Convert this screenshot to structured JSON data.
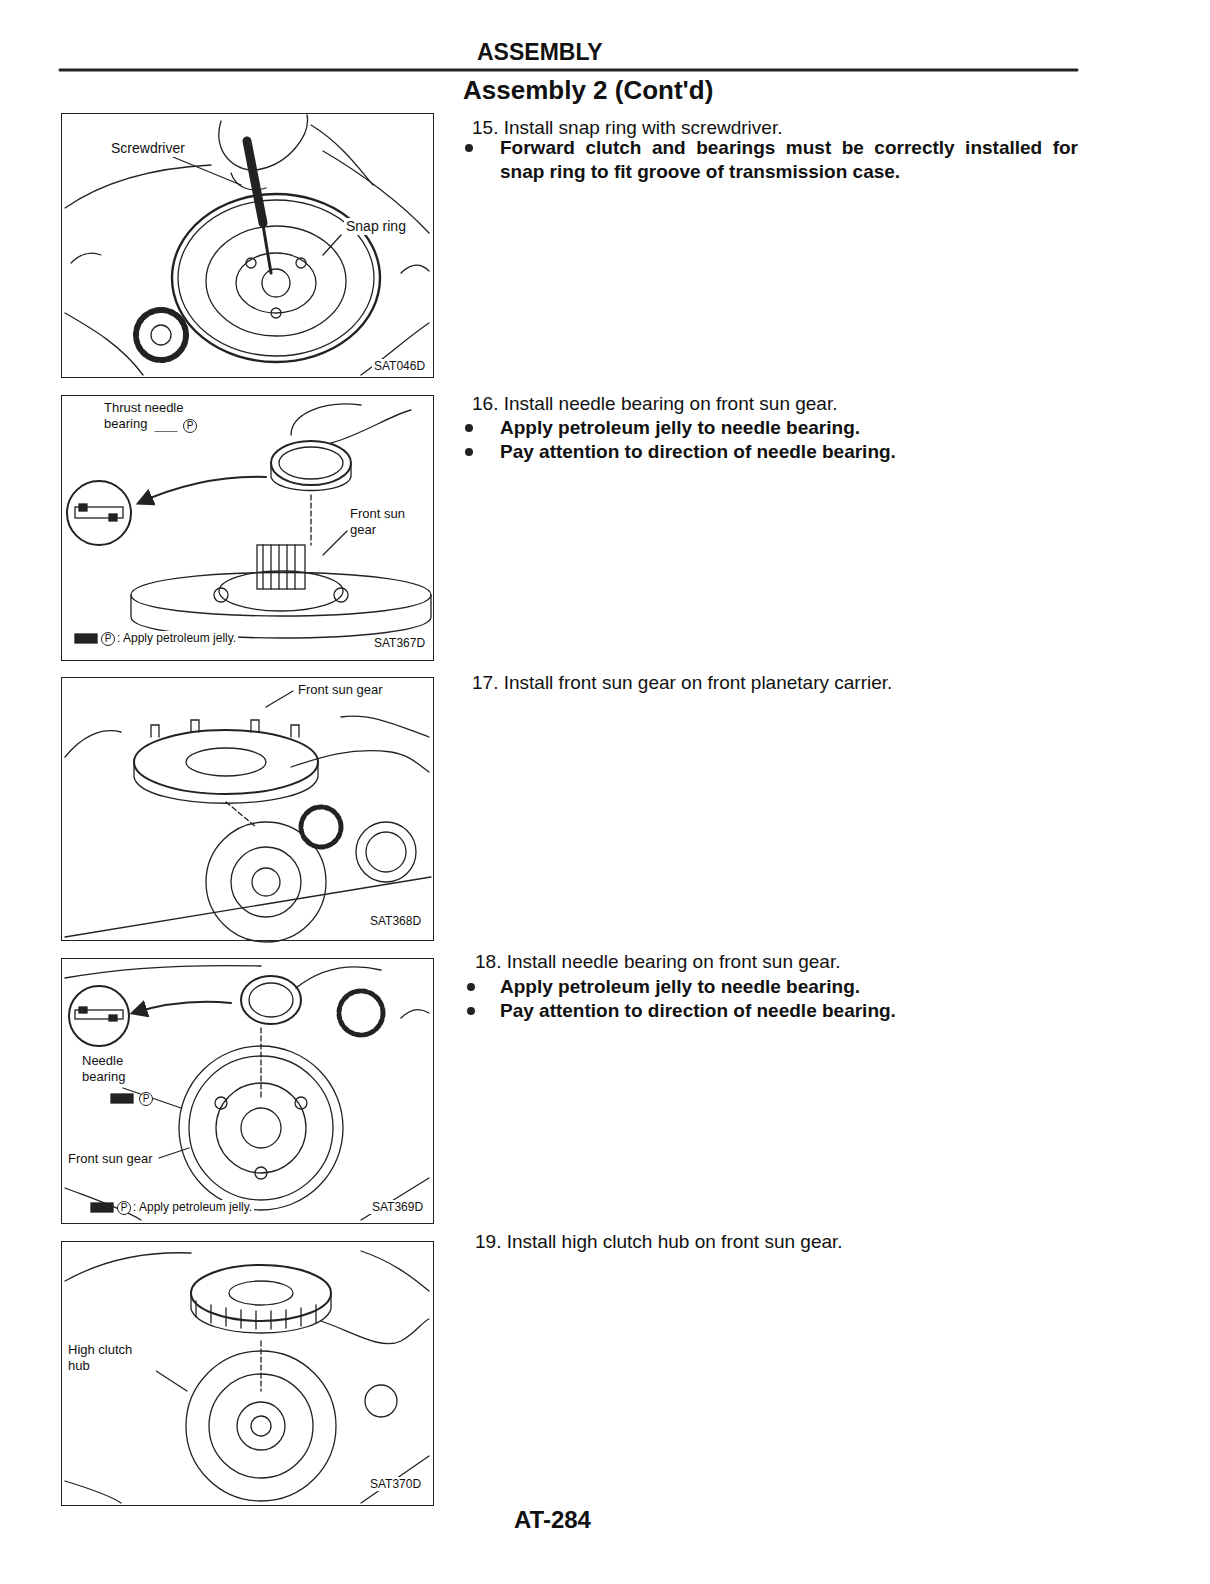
{
  "diagram": {
    "title": "ASSEMBLY",
    "nodes": [
      {
        "text": [
          "Screwdriver",
          "Snap ring",
          "SAT046D"
        ]
      },
      {
        "text": [
          "Thrust needle bearing",
          "P",
          "Front sun gear",
          "P",
          ": Apply petroleum jelly.",
          "SAT367D"
        ]
      },
      {
        "text": [
          "Front sun gear",
          "SAT368D"
        ]
      },
      {
        "text": [
          "Needle bearing",
          "P",
          "Front sun gear",
          "P",
          ": Apply petroleum jelly.",
          "SAT369D"
        ]
      },
      {
        "text": [
          "High clutch hub",
          "SAT370D"
        ]
      }
    ],
    "labels": [
      "Assembly 2 (Cont'd)",
      "15. Install snap ring with screwdriver.",
      "Forward clutch and bearings must be correctly installed for snap ring to fit groove of transmission case.",
      "16. Install needle bearing on front sun gear.",
      "Apply petroleum jelly to needle bearing.",
      "Pay attention to direction of needle bearing.",
      "17. Install front sun gear on front planetary carrier.",
      "18. Install needle bearing on front sun gear.",
      "Apply petroleum jelly to needle bearing.",
      "Pay attention to direction of needle bearing.",
      "19. Install high clutch hub on front sun gear.",
      "AT-284"
    ]
  }
}
